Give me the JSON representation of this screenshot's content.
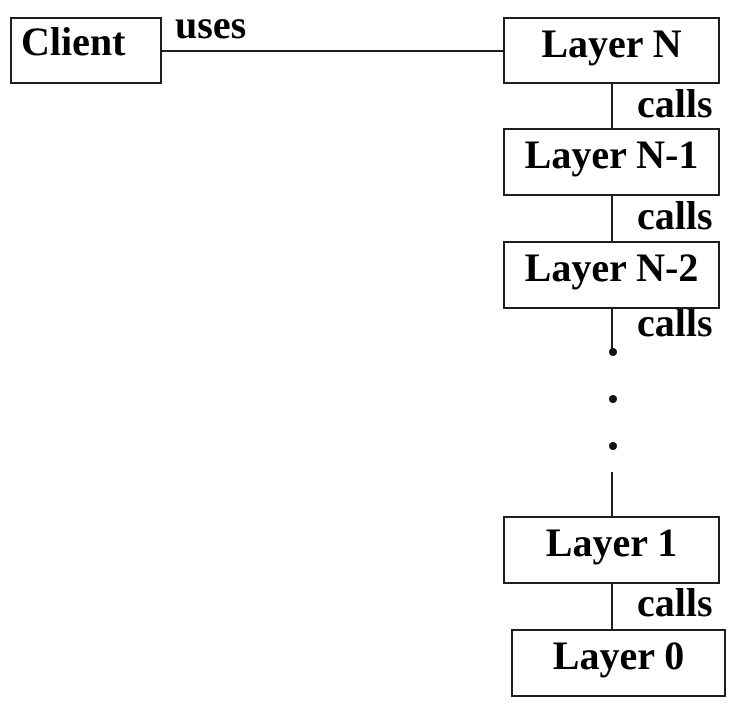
{
  "diagram": {
    "type": "layered-architecture-diagram",
    "background_color": "#ffffff",
    "line_color": "#1e1e1e",
    "text_color": "#000000",
    "client": {
      "label": "Client"
    },
    "layers": [
      {
        "label": "Layer N"
      },
      {
        "label": "Layer N-1"
      },
      {
        "label": "Layer N-2"
      },
      {
        "label": "Layer 1"
      },
      {
        "label": "Layer 0"
      }
    ],
    "edge_labels": {
      "uses": "uses",
      "calls": "calls"
    },
    "edges": [
      {
        "from": "Client",
        "to": "Layer N",
        "label": "uses"
      },
      {
        "from": "Layer N",
        "to": "Layer N-1",
        "label": "calls"
      },
      {
        "from": "Layer N-1",
        "to": "Layer N-2",
        "label": "calls"
      },
      {
        "from": "Layer N-2",
        "to": "...",
        "label": "calls"
      },
      {
        "from": "...",
        "to": "Layer 1",
        "label": ""
      },
      {
        "from": "Layer 1",
        "to": "Layer 0",
        "label": "calls"
      }
    ],
    "ellipsis_dots": 3
  }
}
